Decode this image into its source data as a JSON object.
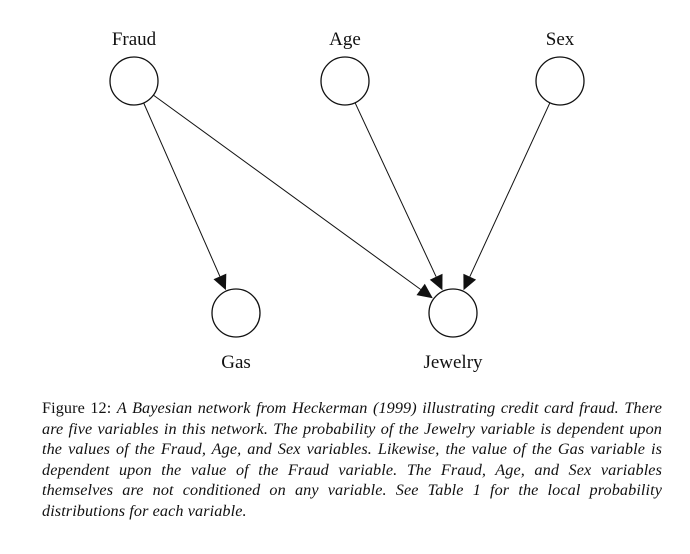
{
  "diagram": {
    "nodes": [
      {
        "id": "fraud",
        "label": "Fraud"
      },
      {
        "id": "age",
        "label": "Age"
      },
      {
        "id": "sex",
        "label": "Sex"
      },
      {
        "id": "gas",
        "label": "Gas"
      },
      {
        "id": "jewelry",
        "label": "Jewelry"
      }
    ],
    "edges": [
      {
        "from": "fraud",
        "to": "gas"
      },
      {
        "from": "fraud",
        "to": "jewelry"
      },
      {
        "from": "age",
        "to": "jewelry"
      },
      {
        "from": "sex",
        "to": "jewelry"
      }
    ]
  },
  "caption": {
    "label": "Figure 12:",
    "text": "A Bayesian network from Heckerman (1999) illustrating credit card fraud. There are five variables in this network. The probability of the Jewelry variable is dependent upon the values of the Fraud, Age, and Sex variables. Likewise, the value of the Gas variable is dependent upon the value of the Fraud variable. The Fraud, Age, and Sex variables themselves are not conditioned on any variable. See Table 1 for the local probability distributions for each variable."
  }
}
